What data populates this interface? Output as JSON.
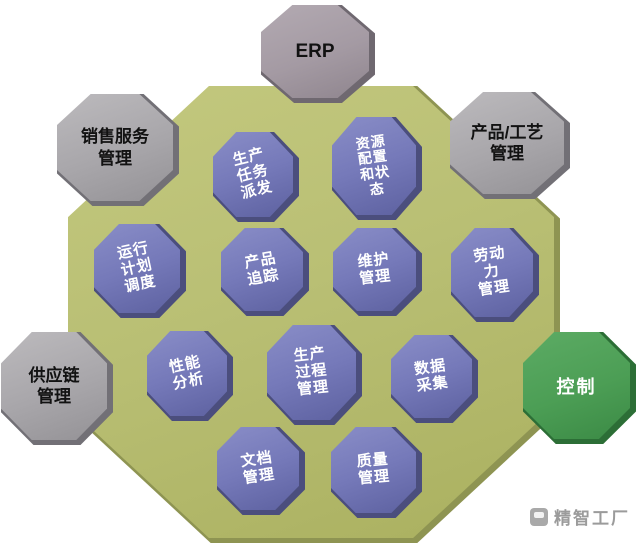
{
  "outer": [
    {
      "id": "erp",
      "label": "ERP"
    },
    {
      "id": "sales-service-management",
      "label": "销售服务\n管理"
    },
    {
      "id": "product-process-management",
      "label": "产品/工艺\n管理"
    },
    {
      "id": "supply-chain-management",
      "label": "供应链\n管理"
    },
    {
      "id": "control",
      "label": "控制"
    }
  ],
  "modules": [
    {
      "id": "production-task-dispatch",
      "label": "生产\n任务\n派发"
    },
    {
      "id": "resource-allocation-and-status",
      "label": "资源\n配置\n和状\n态"
    },
    {
      "id": "operation-plan-scheduling",
      "label": "运行\n计划\n调度"
    },
    {
      "id": "product-tracking",
      "label": "产品\n追踪"
    },
    {
      "id": "maintenance-management",
      "label": "维护\n管理"
    },
    {
      "id": "labor-management",
      "label": "劳动\n力\n管理"
    },
    {
      "id": "performance-analysis",
      "label": "性能\n分析"
    },
    {
      "id": "production-process-management",
      "label": "生产\n过程\n管理"
    },
    {
      "id": "data-collection",
      "label": "数据\n采集"
    },
    {
      "id": "document-management",
      "label": "文档\n管理"
    },
    {
      "id": "quality-management",
      "label": "质量\n管理"
    }
  ],
  "watermark": {
    "text": "精智工厂"
  },
  "colors": {
    "canvas": "#ffffff",
    "mes_octagon_face": "#b9bf74",
    "mes_octagon_side": "#8e9452",
    "module_face": "#7579b9",
    "module_side": "#4b4e7d",
    "gray_face": "#a8a6aa",
    "gray_side": "#727076",
    "erp_face": "#a49aa3",
    "green_face": "#4c9e55",
    "green_side": "#2c6e36",
    "watermark_text": "#9b9b9b"
  }
}
